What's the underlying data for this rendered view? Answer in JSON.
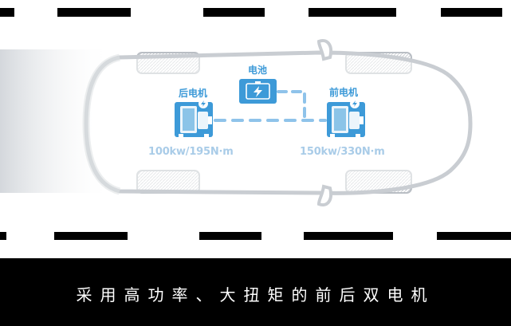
{
  "labels": {
    "battery": "电池",
    "rear_motor": "后电机",
    "front_motor": "前电机",
    "rear_spec": "100kw/195N·m",
    "front_spec": "150kw/330N·m"
  },
  "caption": "采用高功率、大扭矩的前后双电机",
  "colors": {
    "accent": "#3d9ad8",
    "spec_text": "#a9cce8",
    "background": "#ffffff",
    "caption_bar": "#000000",
    "road_marks": "#000000"
  },
  "icons": [
    "battery-icon",
    "rear-motor-icon",
    "front-motor-icon"
  ]
}
